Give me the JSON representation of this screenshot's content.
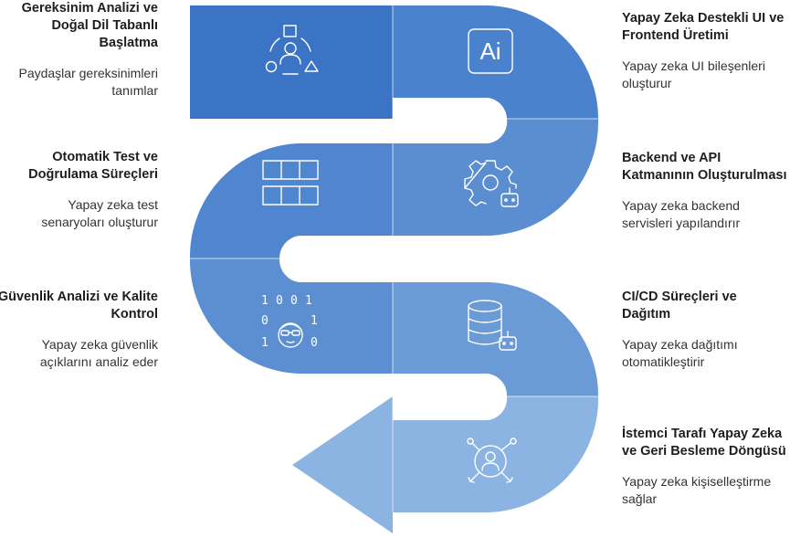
{
  "colors": {
    "step1": "#3b73c5",
    "step2": "#4b82cd",
    "step3": "#5a8ed1",
    "step4": "#4f86cf",
    "step5": "#5b8fd2",
    "step6": "#6a9bd6",
    "step7": "#6d9dd8",
    "step8": "#8bb4e3"
  },
  "steps": [
    {
      "title": "Gereksinim Analizi ve Doğal Dil Tabanlı Başlatma",
      "description": "Paydaşlar gereksinimleri tanımlar",
      "icon": "stakeholders-shapes-icon"
    },
    {
      "title": "Yapay Zeka Destekli UI ve Frontend Üretimi",
      "description": "Yapay zeka UI bileşenleri oluşturur",
      "icon": "ai-logo-icon",
      "icon_text": "Ai"
    },
    {
      "title": "Backend ve API Katmanının Oluşturulması",
      "description": "Yapay zeka backend servisleri yapılandırır",
      "icon": "gear-robot-icon"
    },
    {
      "title": "Otomatik Test ve Doğrulama Süreçleri",
      "description": "Yapay zeka test senaryoları oluşturur",
      "icon": "test-grid-icon"
    },
    {
      "title": "Güvenlik Analizi ve Kalite Kontrol",
      "description": "Yapay zeka güvenlik açıklarını analiz eder",
      "icon": "binary-hacker-icon",
      "icon_binary": [
        "1",
        "0",
        "0",
        "1",
        "0",
        "1",
        "1",
        "0"
      ]
    },
    {
      "title": "CI/CD Süreçleri ve Dağıtım",
      "description": "Yapay zeka dağıtımı otomatikleştirir",
      "icon": "database-robot-icon"
    },
    {
      "title": "İstemci Tarafı Yapay Zeka ve Geri Besleme Döngüsü",
      "description": "Yapay zeka kişiselleştirme sağlar",
      "icon": "user-network-icon"
    }
  ]
}
